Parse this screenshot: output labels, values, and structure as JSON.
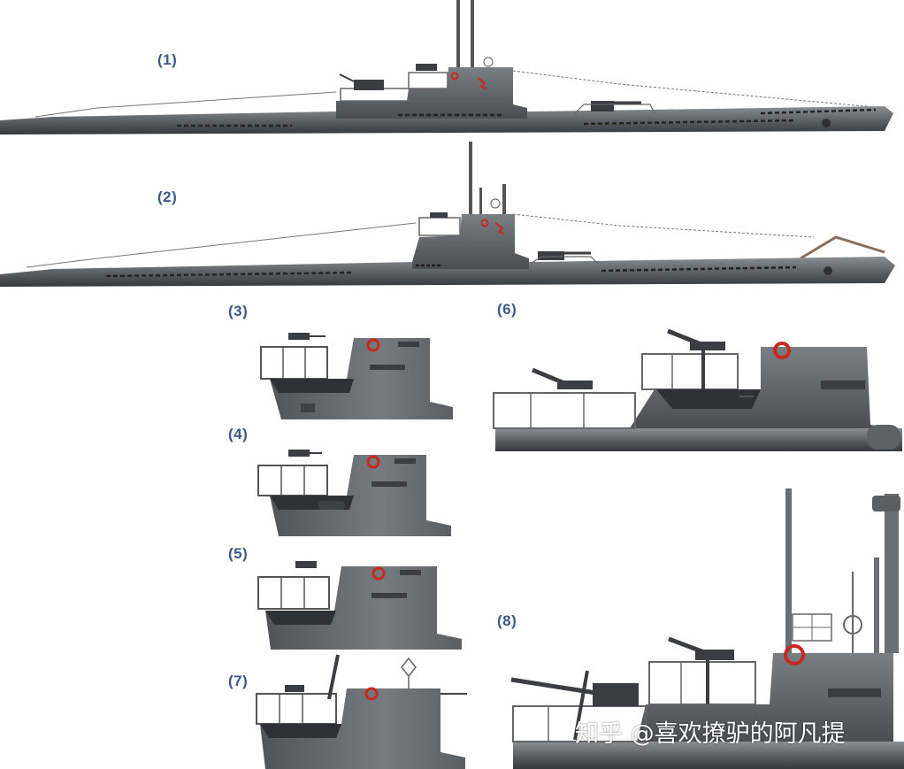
{
  "labels": {
    "l1": "(1)",
    "l2": "(2)",
    "l3": "(3)",
    "l4": "(4)",
    "l5": "(5)",
    "l6": "(6)",
    "l7": "(7)",
    "l8": "(8)"
  },
  "watermark": "知乎 @喜欢撩驴的阿凡提",
  "colors": {
    "hull_dark": "#3e4246",
    "hull_mid": "#5d6266",
    "hull_light": "#8a8f93",
    "tower": "#6e7377",
    "horseshoe": "#c8281e",
    "label": "#3d5a86"
  }
}
